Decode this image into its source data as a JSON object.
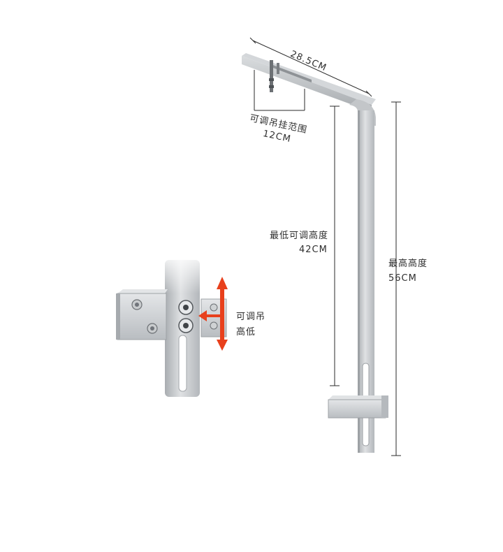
{
  "dimensions": {
    "overall_width": "28.5CM",
    "hang_range_title": "可调吊挂范围",
    "hang_range_value": "12CM",
    "min_height_title": "最低可调高度",
    "min_height_value": "42CM",
    "max_height_title": "最高高度",
    "max_height_value": "56CM"
  },
  "detail": {
    "adjust_line1": "可调吊",
    "adjust_line2": "高低"
  },
  "colors": {
    "dimension_line": "#2a2a2a",
    "metal": "#c6c9cc",
    "metal_dark": "#9ea2a6",
    "arrow_red": "#e8401c"
  }
}
